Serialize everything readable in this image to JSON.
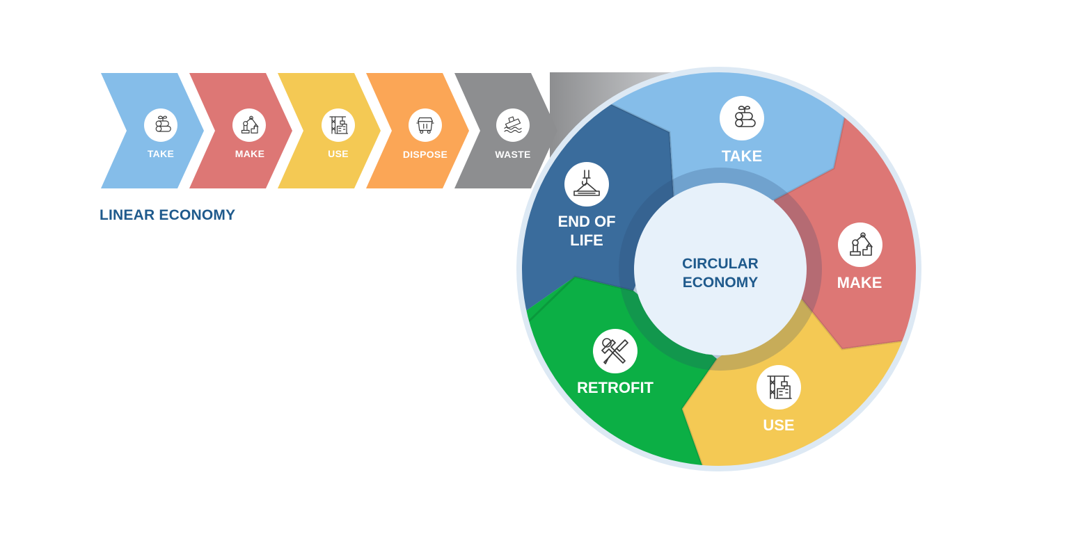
{
  "linear": {
    "title": "LINEAR ECONOMY",
    "title_color": "#1f5a8c",
    "steps": [
      {
        "label": "TAKE",
        "color": "#85bde9",
        "icon": "logs-sprout-icon"
      },
      {
        "label": "MAKE",
        "color": "#dd7775",
        "icon": "robot-arm-icon"
      },
      {
        "label": "USE",
        "color": "#f4c954",
        "icon": "building-crane-icon"
      },
      {
        "label": "DISPOSE",
        "color": "#fba656",
        "icon": "dumpster-icon"
      },
      {
        "label": "WASTE",
        "color": "#8d8e90",
        "icon": "sinking-ship-icon"
      }
    ]
  },
  "circular": {
    "center_line1": "CIRCULAR",
    "center_line2": "ECONOMY",
    "center_color": "#e7f1fa",
    "ring_color": "#dde9f4",
    "segments": [
      {
        "label": "TAKE",
        "color": "#85bde9",
        "icon": "logs-sprout-icon"
      },
      {
        "label": "MAKE",
        "color": "#dd7775",
        "icon": "robot-arm-icon"
      },
      {
        "label": "USE",
        "color": "#f4c954",
        "icon": "building-crane-icon"
      },
      {
        "label": "RETROFIT",
        "color": "#0caf45",
        "icon": "wrench-screwdriver-icon"
      },
      {
        "label_line1": "END OF",
        "label_line2": "LIFE",
        "color": "#3a6c9c",
        "icon": "crane-hook-load-icon"
      }
    ]
  }
}
